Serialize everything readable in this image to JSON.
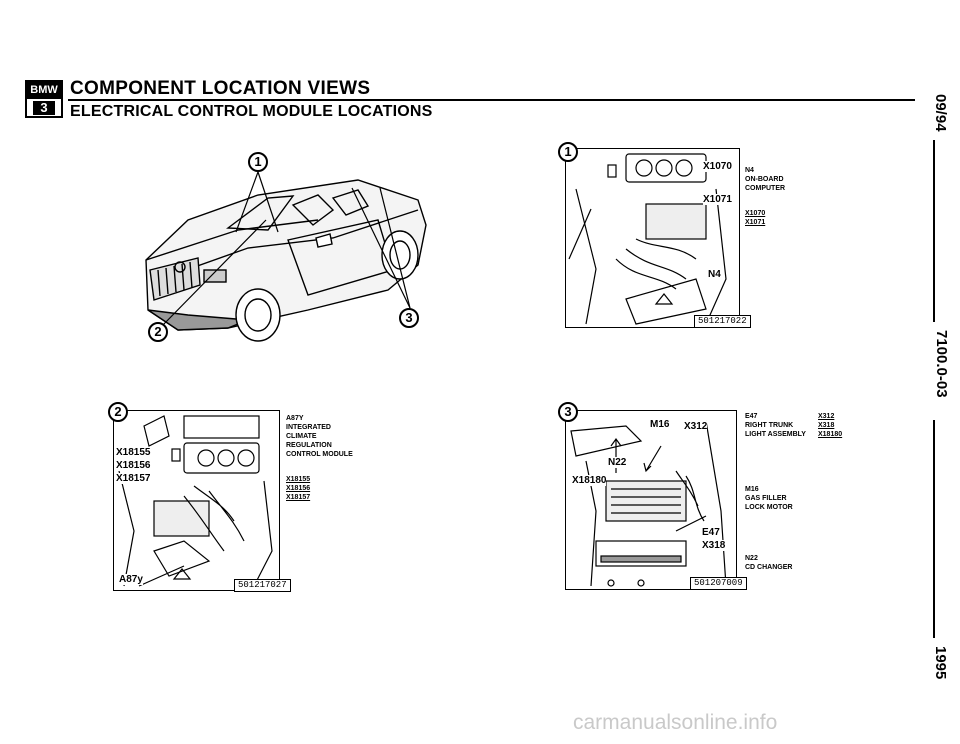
{
  "header": {
    "logo_top": "BMW",
    "logo_num": "3",
    "title": "COMPONENT LOCATION VIEWS",
    "subtitle": "ELECTRICAL CONTROL MODULE LOCATIONS"
  },
  "margin": {
    "date": "09/94",
    "code": "7100.0-03",
    "year": "1995"
  },
  "overview": {
    "callouts": [
      "1",
      "2",
      "3"
    ]
  },
  "panel1": {
    "callout": "1",
    "part_number": "501217022",
    "tags": [
      "X1070",
      "X1071",
      "N4"
    ],
    "legend": {
      "name": "N4",
      "desc": [
        "ON-BOARD",
        "COMPUTER"
      ],
      "connectors": [
        "X1070",
        "X1071"
      ]
    }
  },
  "panel2": {
    "callout": "2",
    "part_number": "501217027",
    "tags": [
      "X18155",
      "X18156",
      "X18157",
      "A87y"
    ],
    "legend": {
      "name": "A87y",
      "desc": [
        "INTEGRATED",
        "CLIMATE",
        "REGULATION",
        "CONTROL MODULE"
      ],
      "connectors": [
        "X18155",
        "X18156",
        "X18157"
      ]
    }
  },
  "panel3": {
    "callout": "3",
    "part_number": "501207009",
    "tags": [
      "M16",
      "X312",
      "N22",
      "X18180",
      "E47",
      "X318"
    ],
    "legend": {
      "e47": {
        "name": "E47",
        "desc": [
          "RIGHT TRUNK",
          "LIGHT ASSEMBLY"
        ],
        "connectors": [
          "X312",
          "X318",
          "X18180"
        ]
      },
      "m16": {
        "name": "M16",
        "desc": [
          "GAS FILLER",
          "LOCK MOTOR"
        ]
      },
      "n22": {
        "name": "N22",
        "desc": [
          "CD CHANGER"
        ]
      }
    }
  },
  "watermark": "carmanualsonline.info"
}
